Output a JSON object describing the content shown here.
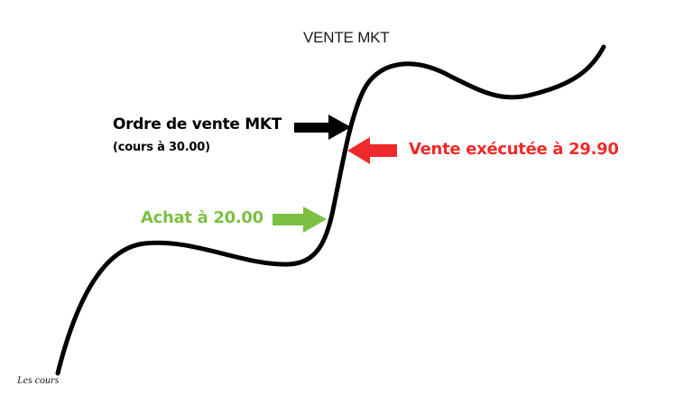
{
  "diagram": {
    "title": "VENTE MKT",
    "order_label": "Ordre de vente MKT",
    "order_sublabel": "(cours à 30.00)",
    "sell_label": "Vente exécutée à 29.90",
    "buy_label": "Achat à 20.00",
    "price_label": "Les cours"
  },
  "colors": {
    "curve": "#000000",
    "order_arrow": "#000000",
    "sell": "#ee2a2a",
    "buy": "#7bc043"
  }
}
